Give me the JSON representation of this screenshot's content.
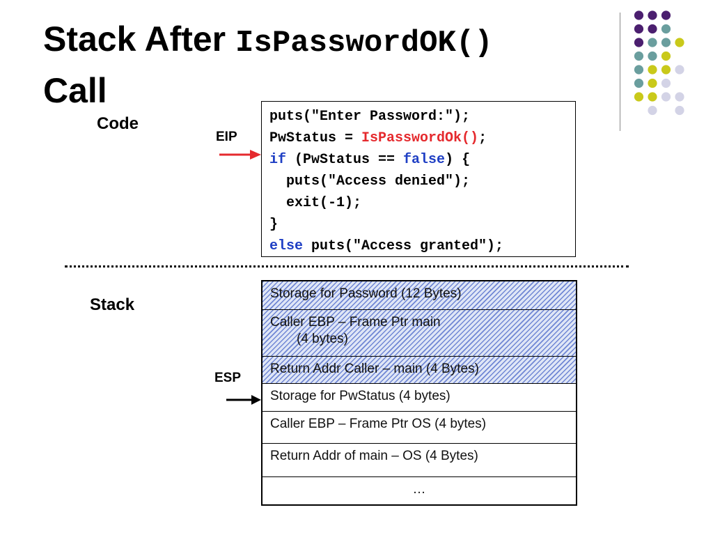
{
  "title": {
    "prefix": "Stack After ",
    "function": "IsPasswordOK()",
    "suffix": "Call"
  },
  "labels": {
    "code": "Code",
    "stack": "Stack",
    "eip": "EIP",
    "esp": "ESP"
  },
  "code": {
    "line1": "puts(\"Enter Password:\");",
    "line2_prefix": "PwStatus = ",
    "line2_call": "IsPasswordOk()",
    "line2_suffix": ";",
    "line3_kw": "if",
    "line3_mid": " (PwStatus == ",
    "line3_val": "false",
    "line3_end": ") {",
    "line4": "  puts(\"Access denied\");",
    "line5": "  exit(-1);",
    "line6": "}",
    "line7_kw": "else",
    "line7_rest": " puts(\"Access granted\");"
  },
  "stack": {
    "rows": [
      {
        "text": "Storage for Password (12 Bytes)"
      },
      {
        "text": "Caller EBP – Frame Ptr main",
        "text2": "(4 bytes)"
      },
      {
        "text": "Return Addr Caller – main (4 Bytes)"
      },
      {
        "text": "Storage for PwStatus (4 bytes)"
      },
      {
        "text": "Caller EBP – Frame Ptr OS (4 bytes)"
      },
      {
        "text": "Return Addr of main – OS (4 Bytes)"
      },
      {
        "text": "…"
      }
    ]
  },
  "colors": {
    "keyword": "#1f3fc4",
    "function_call": "#e5292d",
    "eip_arrow": "#e5292d",
    "esp_arrow": "#000000",
    "stack_hatch": "#6f86d4",
    "dot_purple": "#4b1f6f",
    "dot_teal": "#6a9e9e",
    "dot_yellow": "#c9c91a",
    "dot_lavender": "#d3d3e6"
  },
  "icons": {
    "eip": "right-arrow-icon",
    "esp": "right-arrow-icon"
  }
}
